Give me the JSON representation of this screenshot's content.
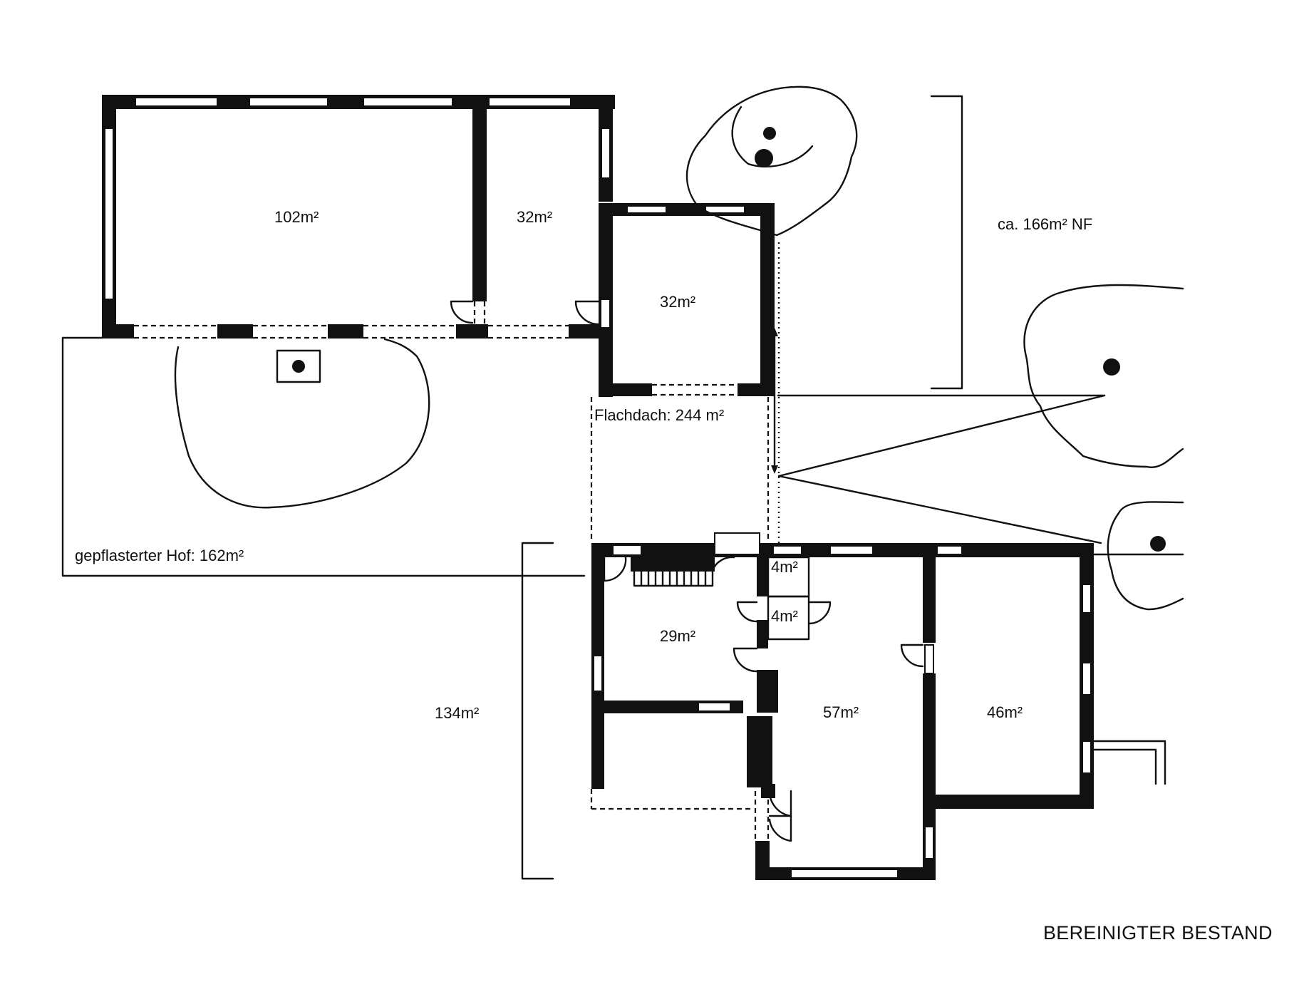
{
  "plan_title": "BEREINIGTER BESTAND",
  "rooms": {
    "barn_large": "102m²",
    "barn_small": "32m²",
    "annex": "32m²",
    "wc_upper": "4m²",
    "wc_lower": "4m²",
    "kitchen": "29m²",
    "living": "57m²",
    "room_east": "46m²"
  },
  "annotations": {
    "flat_roof": "Flachdach:  244 m²",
    "courtyard": "gepflasterter Hof:  162m²",
    "upper_total": "ca. 166m² NF",
    "lower_total": "134m²"
  }
}
